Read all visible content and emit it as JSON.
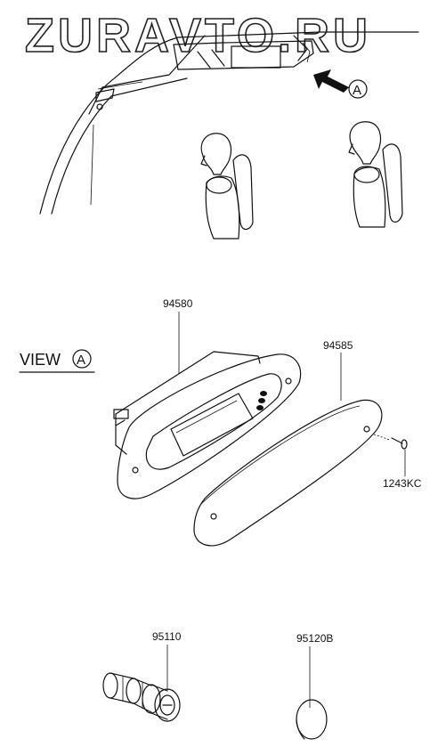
{
  "watermark": "ZURAVTO.RU",
  "view_label": {
    "text": "VIEW",
    "marker": "A"
  },
  "arrow_marker": "A",
  "parts": {
    "p94580": "94580",
    "p94585": "94585",
    "p1243kc": "1243KC",
    "p95110": "95110",
    "p95120b": "95120B"
  }
}
